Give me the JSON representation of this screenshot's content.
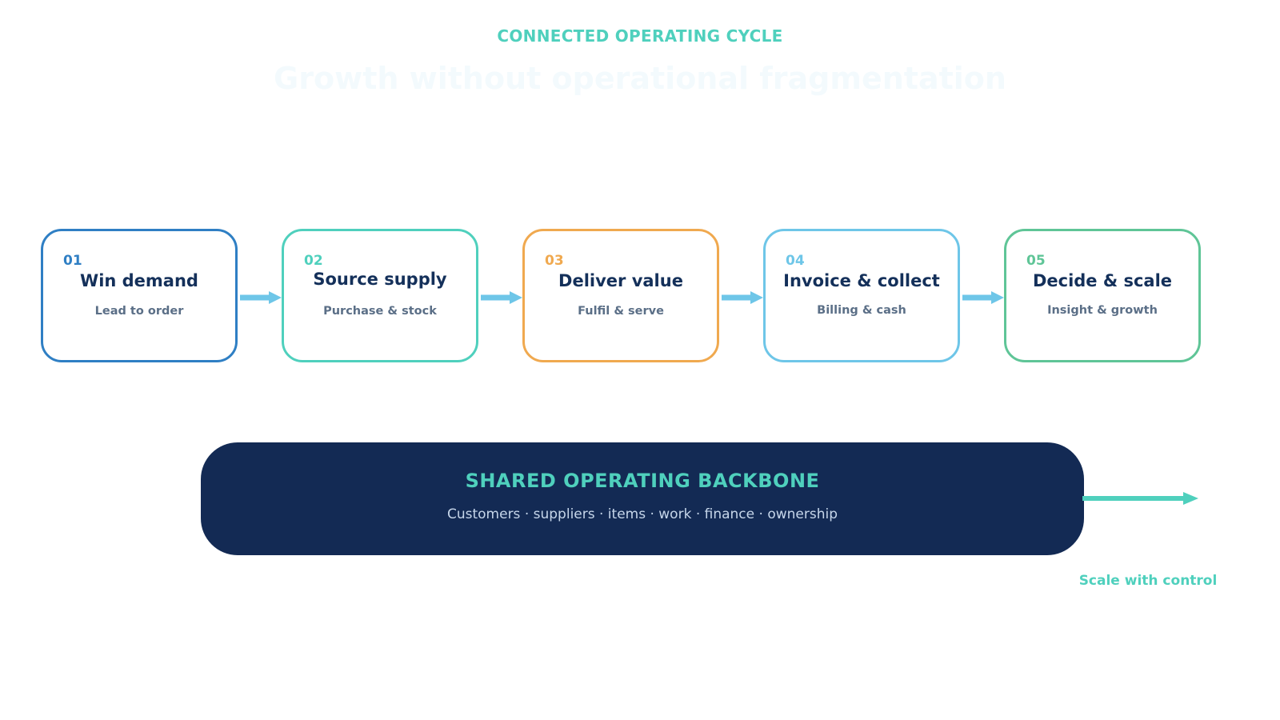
{
  "header": {
    "eyebrow": "CONNECTED OPERATING CYCLE",
    "headline": "Growth without operational fragmentation"
  },
  "steps": [
    {
      "number": "01",
      "title": "Win demand",
      "subtitle": "Lead to order",
      "color": "#2f7fc4"
    },
    {
      "number": "02",
      "title": "Source supply",
      "subtitle": "Purchase & stock",
      "color": "#4fd0bd"
    },
    {
      "number": "03",
      "title": "Deliver value",
      "subtitle": "Fulfil & serve",
      "color": "#f0a94f"
    },
    {
      "number": "04",
      "title": "Invoice & collect",
      "subtitle": "Billing & cash",
      "color": "#6ec6e8"
    },
    {
      "number": "05",
      "title": "Decide & scale",
      "subtitle": "Insight & growth",
      "color": "#5fc597"
    }
  ],
  "backbone": {
    "title": "SHARED OPERATING BACKBONE",
    "subtitle": "Customers · suppliers · items · work · finance · ownership"
  },
  "outcome": {
    "label": "Scale with control"
  },
  "colors": {
    "accent": "#4fd0bd",
    "connector": "#6ec6e8",
    "backbone_bg": "#132a54",
    "headline_faint": "#f3fafd"
  }
}
